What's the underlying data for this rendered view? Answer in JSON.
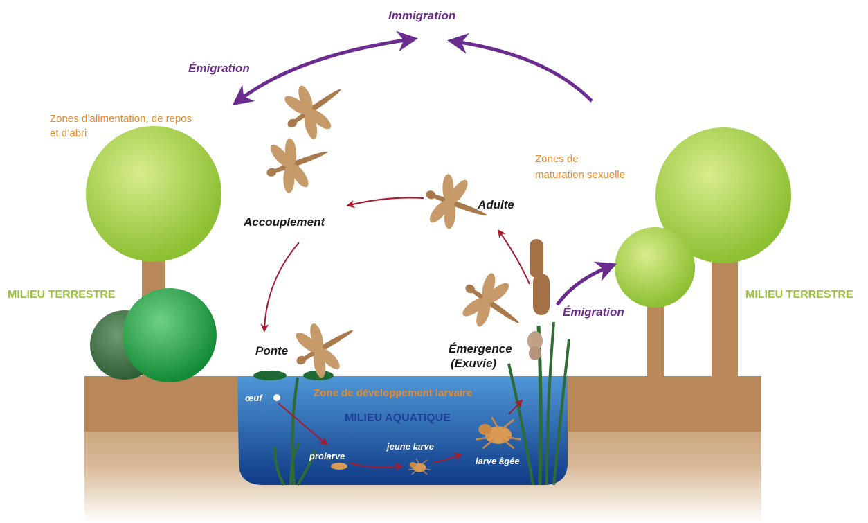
{
  "labels": {
    "immigration": "Immigration",
    "emigration_top": "Émigration",
    "emigration_right": "Émigration",
    "zones_alimentation_line1": "Zones d’alimentation, de repos",
    "zones_alimentation_line2": "et d’abri",
    "zones_maturation_line1": "Zones de",
    "zones_maturation_line2": "maturation sexuelle",
    "milieu_terrestre_left": "MILIEU TERRESTRE",
    "milieu_terrestre_right": "MILIEU TERRESTRE",
    "accouplement": "Accouplement",
    "adulte": "Adulte",
    "ponte": "Ponte",
    "emergence_line1": "Émergence",
    "emergence_line2": "(Exuvie)",
    "zone_larvaire": "Zone de développement larvaire",
    "milieu_aquatique": "MILIEU AQUATIQUE",
    "oeuf": "œuf",
    "prolarve": "prolarve",
    "jeune_larve": "jeune larve",
    "larve_agee": "larve âgée"
  },
  "colors": {
    "purple_arrow": "#6a2c8e",
    "red_arrow": "#a6192e",
    "orange_text": "#e8892a",
    "green_text": "#9cc43b",
    "ground": "#b8885a",
    "water_top": "#3f86c9",
    "water_bottom": "#123f8a",
    "tree_light": "#a7d046",
    "bush_dark": "#1f8f3a",
    "trunk": "#b8885a",
    "dragonfly": "#b8895a"
  }
}
